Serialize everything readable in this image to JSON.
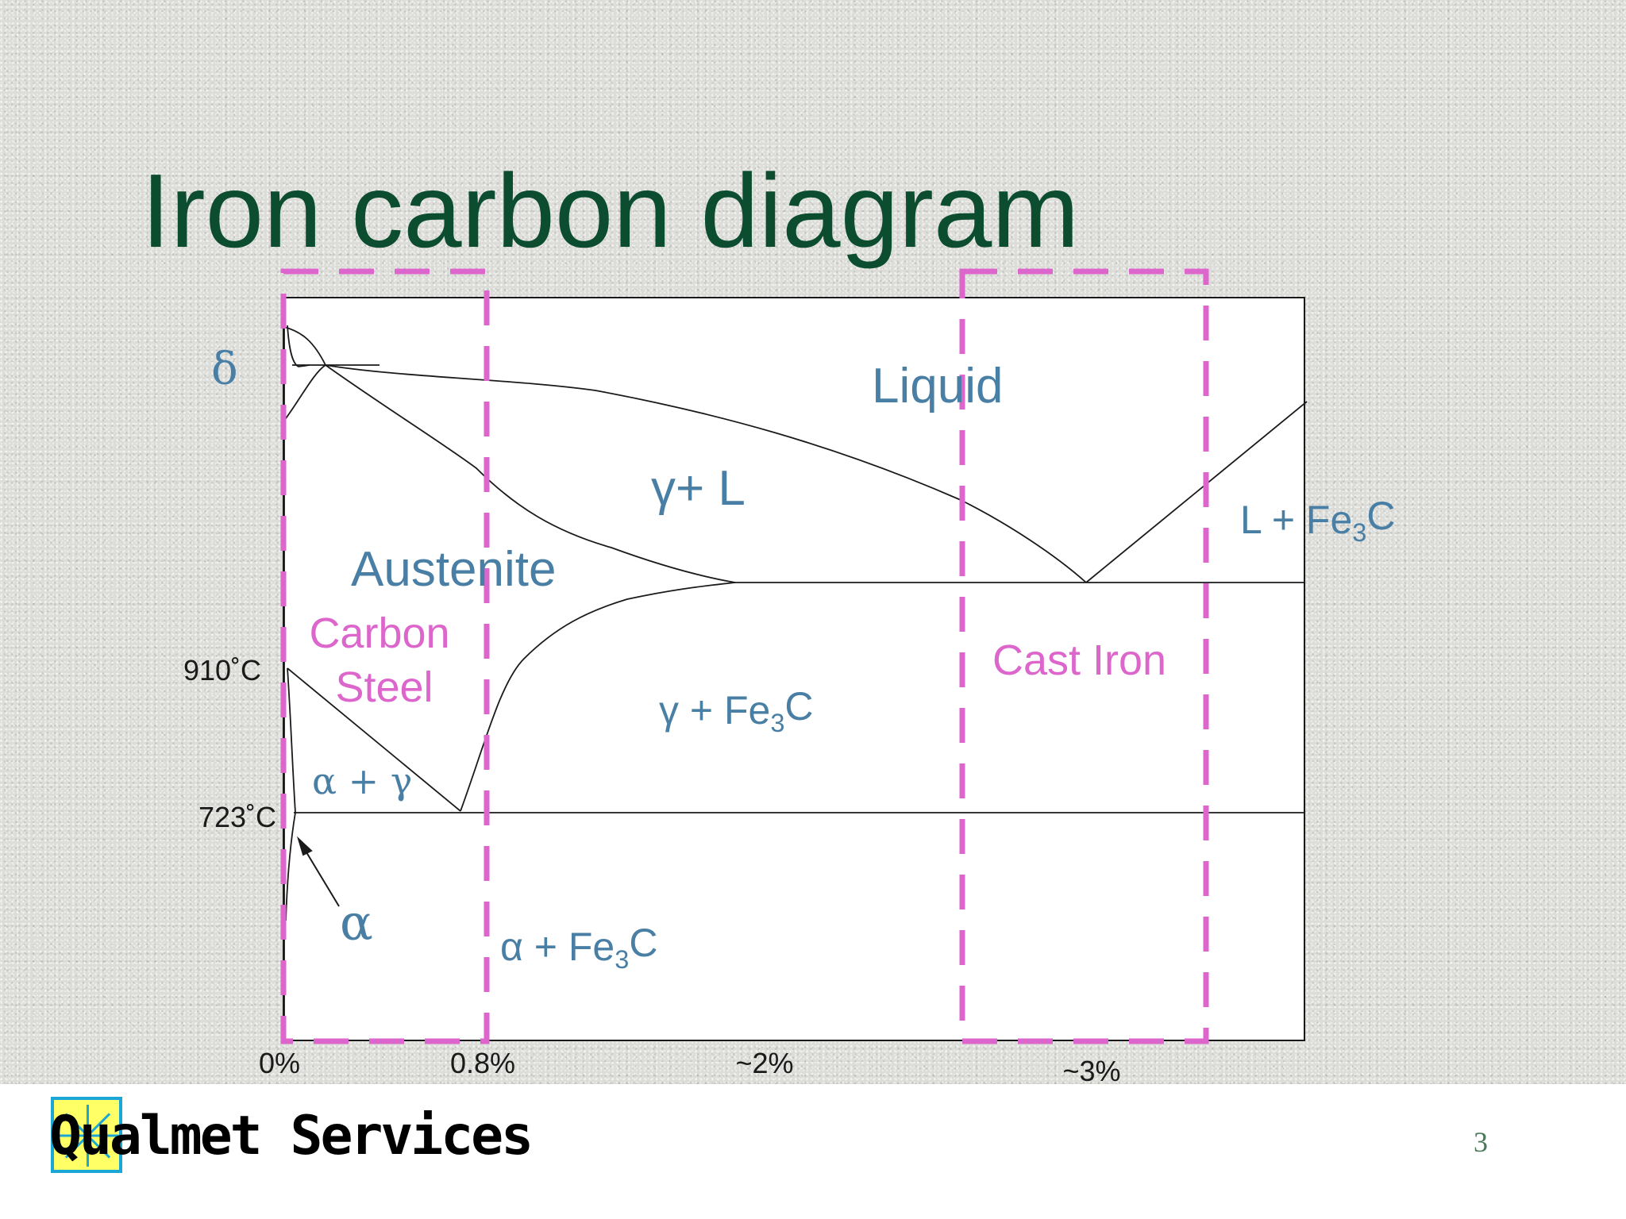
{
  "title": "Iron carbon diagram",
  "colors": {
    "title": "#0b4d2e",
    "phase_label": "#4a7fa5",
    "highlight": "#dd66cc",
    "line": "#1a1a1a"
  },
  "diagram": {
    "phases": {
      "delta": "δ",
      "liquid": "Liquid",
      "gamma_liquid": "γ+ L",
      "austenite": "Austenite",
      "liquid_cementite": "L + Fe3C",
      "gamma_cementite": "γ + Fe3C",
      "alpha_gamma": "α + γ",
      "alpha": "α",
      "alpha_cementite": "α + Fe3C"
    },
    "regions": {
      "carbon_steel": [
        "Carbon",
        "Steel"
      ],
      "cast_iron": "Cast Iron"
    },
    "temperatures": {
      "t910": "910˚C",
      "t723": "723˚C"
    },
    "compositions": {
      "c0": "0%",
      "c08": "0.8%",
      "c2": "~2%",
      "c3": "~3%"
    }
  },
  "footer": {
    "brand": "Qualmet Services",
    "page_number": "3",
    "logo_icon": "sunburst-logo-icon"
  }
}
